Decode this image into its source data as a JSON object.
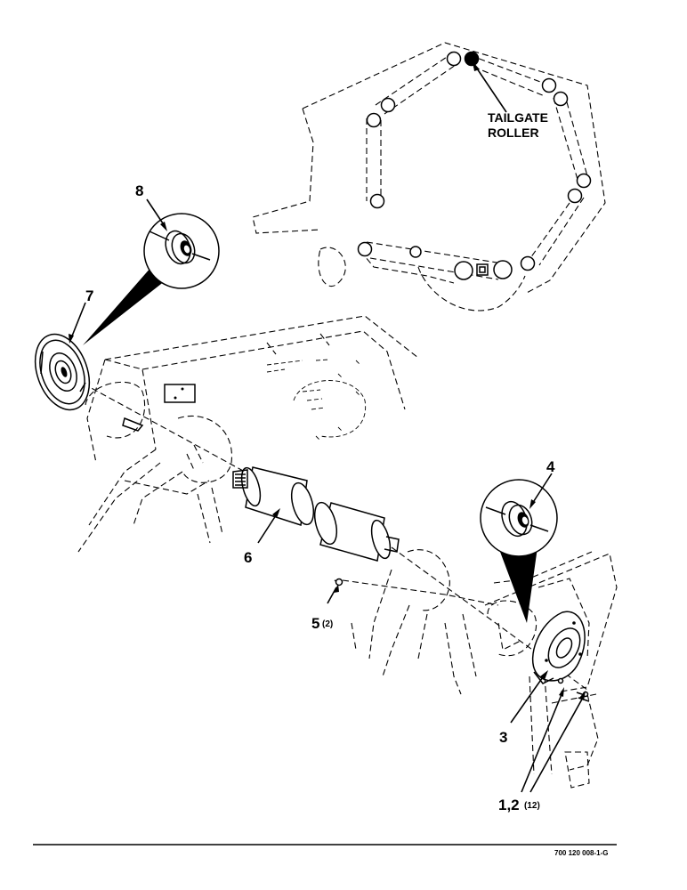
{
  "diagram": {
    "callout_tailgate_line1": "TAILGATE",
    "callout_tailgate_line2": "ROLLER",
    "parts": [
      {
        "label": "8"
      },
      {
        "label": "7"
      },
      {
        "label": "6"
      },
      {
        "label": "4"
      },
      {
        "label": "5",
        "qty": "(2)"
      },
      {
        "label": "3"
      },
      {
        "label": "1,2",
        "qty": "(12)"
      }
    ],
    "document_number": "700 120 008-1-G"
  }
}
